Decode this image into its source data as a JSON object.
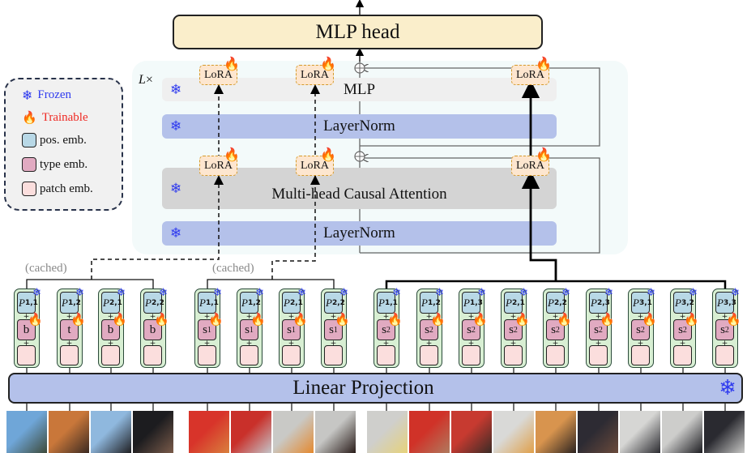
{
  "output_head": {
    "label": "MLP head"
  },
  "transformer_block": {
    "repeat_label": "L",
    "repeat_symbol": "×",
    "layers": [
      {
        "id": "mlp",
        "label": "MLP",
        "frozen": true
      },
      {
        "id": "layernorm_top",
        "label": "LayerNorm",
        "frozen": true
      },
      {
        "id": "attention",
        "label": "Multi-head Causal Attention",
        "frozen": true
      },
      {
        "id": "layernorm_bottom",
        "label": "LayerNorm",
        "frozen": true
      }
    ],
    "lora_label": "LoRA",
    "lora_count_per_row": 3
  },
  "legend": {
    "items": [
      {
        "icon": "snowflake-icon",
        "label": "Frozen",
        "color": "#2f3bef"
      },
      {
        "icon": "flame-icon",
        "label": "Trainable",
        "color": "#ef2a24"
      },
      {
        "swatch": "#b8d8e6",
        "label": "pos. emb."
      },
      {
        "swatch": "#e1aac1",
        "label": "type emb."
      },
      {
        "swatch": "#fbdedd",
        "label": "patch emb."
      }
    ]
  },
  "cached_label": "(cached)",
  "token_groups": [
    {
      "name": "group-1",
      "cached": true,
      "tokens": [
        {
          "pos": "P",
          "pos_sub": "1,1",
          "type": "b",
          "type_sub": ""
        },
        {
          "pos": "P",
          "pos_sub": "1,2",
          "type": "t",
          "type_sub": ""
        },
        {
          "pos": "P",
          "pos_sub": "2,1",
          "type": "b",
          "type_sub": ""
        },
        {
          "pos": "P",
          "pos_sub": "2,2",
          "type": "b",
          "type_sub": ""
        }
      ]
    },
    {
      "name": "group-2",
      "cached": true,
      "tokens": [
        {
          "pos": "P",
          "pos_sub": "1,1",
          "type": "s",
          "type_sub": "1"
        },
        {
          "pos": "P",
          "pos_sub": "1,2",
          "type": "s",
          "type_sub": "1"
        },
        {
          "pos": "P",
          "pos_sub": "2,1",
          "type": "s",
          "type_sub": "1"
        },
        {
          "pos": "P",
          "pos_sub": "2,2",
          "type": "s",
          "type_sub": "1"
        }
      ]
    },
    {
      "name": "group-3",
      "cached": false,
      "tokens": [
        {
          "pos": "P",
          "pos_sub": "1,1",
          "type": "s",
          "type_sub": "2"
        },
        {
          "pos": "P",
          "pos_sub": "1,2",
          "type": "s",
          "type_sub": "2"
        },
        {
          "pos": "P",
          "pos_sub": "1,3",
          "type": "s",
          "type_sub": "2"
        },
        {
          "pos": "P",
          "pos_sub": "2,1",
          "type": "s",
          "type_sub": "2"
        },
        {
          "pos": "P",
          "pos_sub": "2,2",
          "type": "s",
          "type_sub": "2"
        },
        {
          "pos": "P",
          "pos_sub": "2,3",
          "type": "s",
          "type_sub": "2"
        },
        {
          "pos": "P",
          "pos_sub": "3,1",
          "type": "s",
          "type_sub": "2"
        },
        {
          "pos": "P",
          "pos_sub": "3,2",
          "type": "s",
          "type_sub": "2"
        },
        {
          "pos": "P",
          "pos_sub": "3,3",
          "type": "s",
          "type_sub": "2"
        }
      ]
    }
  ],
  "linear_projection": {
    "label": "Linear Projection",
    "frozen": true
  },
  "icons": {
    "frozen": "❄",
    "trainable": "🔥",
    "plus": "+"
  },
  "colors": {
    "frozen": "#2f3bef",
    "trainable": "#ef2a24",
    "mlp_head": "#faeecb",
    "layernorm": "#b4c1ea",
    "attention": "#d4d4d4",
    "mlp": "#efefef",
    "lora": "#fde6cf",
    "token_frame": "#d8efd3"
  },
  "frames": {
    "group1": [
      {
        "desc": "palm trees and sky",
        "c1": "#6fa6d8",
        "c2": "#3d4a3a"
      },
      {
        "desc": "basketball near face",
        "c1": "#c9773a",
        "c2": "#3b2a22"
      },
      {
        "desc": "player in dark shirt by sea",
        "c1": "#8fb8de",
        "c2": "#1f1f22"
      },
      {
        "desc": "player shirt with text",
        "c1": "#1c1c1f",
        "c2": "#7a5b4a"
      }
    ],
    "group2": [
      {
        "desc": "red shorts with ball",
        "c1": "#d8342a",
        "c2": "#d9803e"
      },
      {
        "desc": "red shorts number",
        "c1": "#c9302a",
        "c2": "#c4c4c8"
      },
      {
        "desc": "dribble on court",
        "c1": "#c9c9c6",
        "c2": "#e4892f"
      },
      {
        "desc": "legs on court",
        "c1": "#c6c6c4",
        "c2": "#2a1d1a"
      }
    ],
    "group3": [
      {
        "desc": "court close up",
        "c1": "#cfcfcc",
        "c2": "#e6d27a"
      },
      {
        "desc": "red and hand",
        "c1": "#d03228",
        "c2": "#b07a5e"
      },
      {
        "desc": "red and dark",
        "c1": "#c73a30",
        "c2": "#3a2b26"
      },
      {
        "desc": "court with ball edge",
        "c1": "#d9d9d7",
        "c2": "#e0a04a"
      },
      {
        "desc": "ball close up",
        "c1": "#d8944e",
        "c2": "#2b2320"
      },
      {
        "desc": "dark leg",
        "c1": "#2d2b33",
        "c2": "#6a4a3c"
      },
      {
        "desc": "court floor",
        "c1": "#d6d6d4",
        "c2": "#2b2b30"
      },
      {
        "desc": "shoe and shadow",
        "c1": "#cdcdcb",
        "c2": "#1d1d22"
      },
      {
        "desc": "dark shoe",
        "c1": "#2a2a30",
        "c2": "#c8c8c6"
      }
    ]
  }
}
